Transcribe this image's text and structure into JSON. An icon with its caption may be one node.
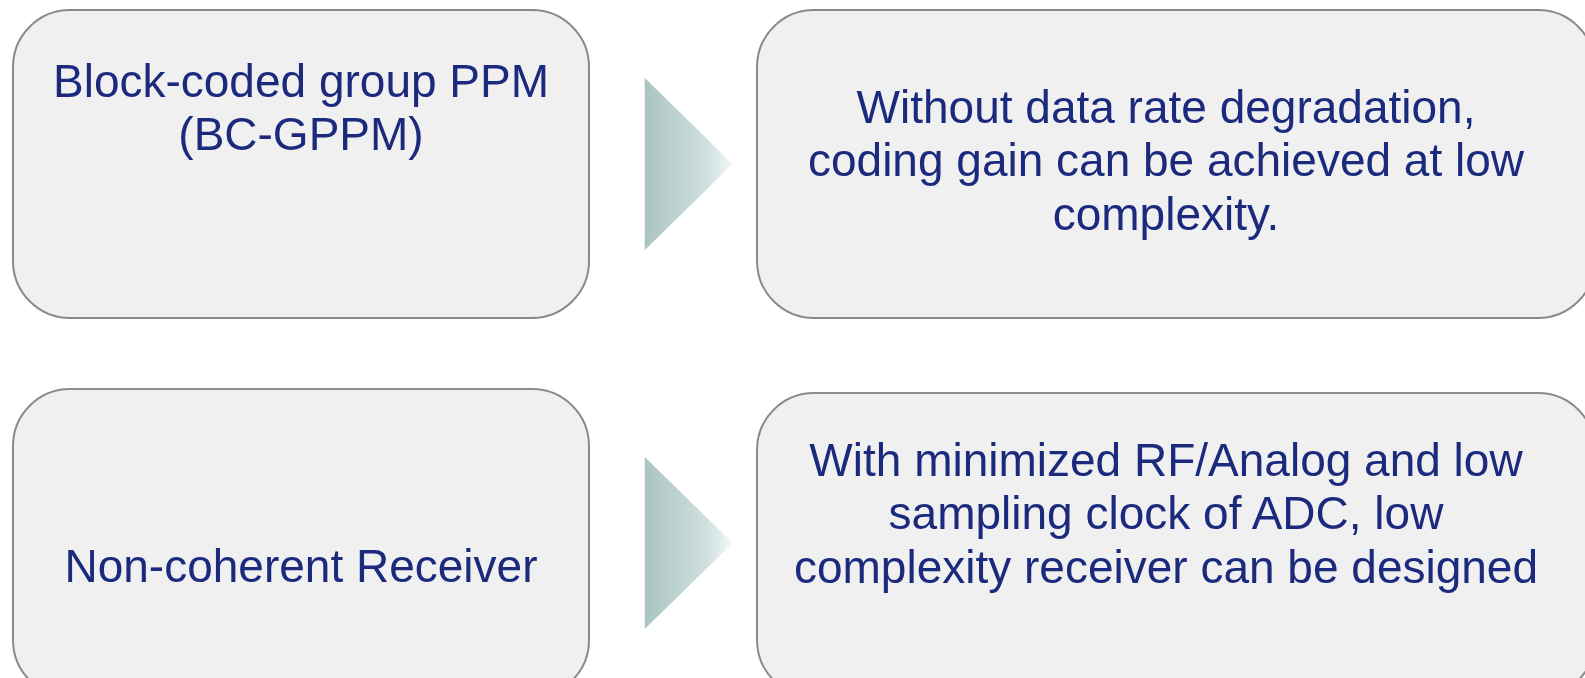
{
  "diagram": {
    "nodes": [
      {
        "text": [
          "Block-coded group PPM (BC-GPPM)"
        ]
      },
      {
        "text": [
          "Without data rate degradation, coding gain can be achieved at low complexity."
        ]
      },
      {
        "text": [
          "Non-coherent Receiver"
        ]
      },
      {
        "text": [
          "With minimized RF/Analog and low sampling clock of ADC, low complexity receiver can be designed"
        ]
      }
    ],
    "edges": [
      {
        "from": 0,
        "to": 1,
        "arrow": "to"
      },
      {
        "from": 2,
        "to": 3,
        "arrow": "to"
      }
    ]
  }
}
